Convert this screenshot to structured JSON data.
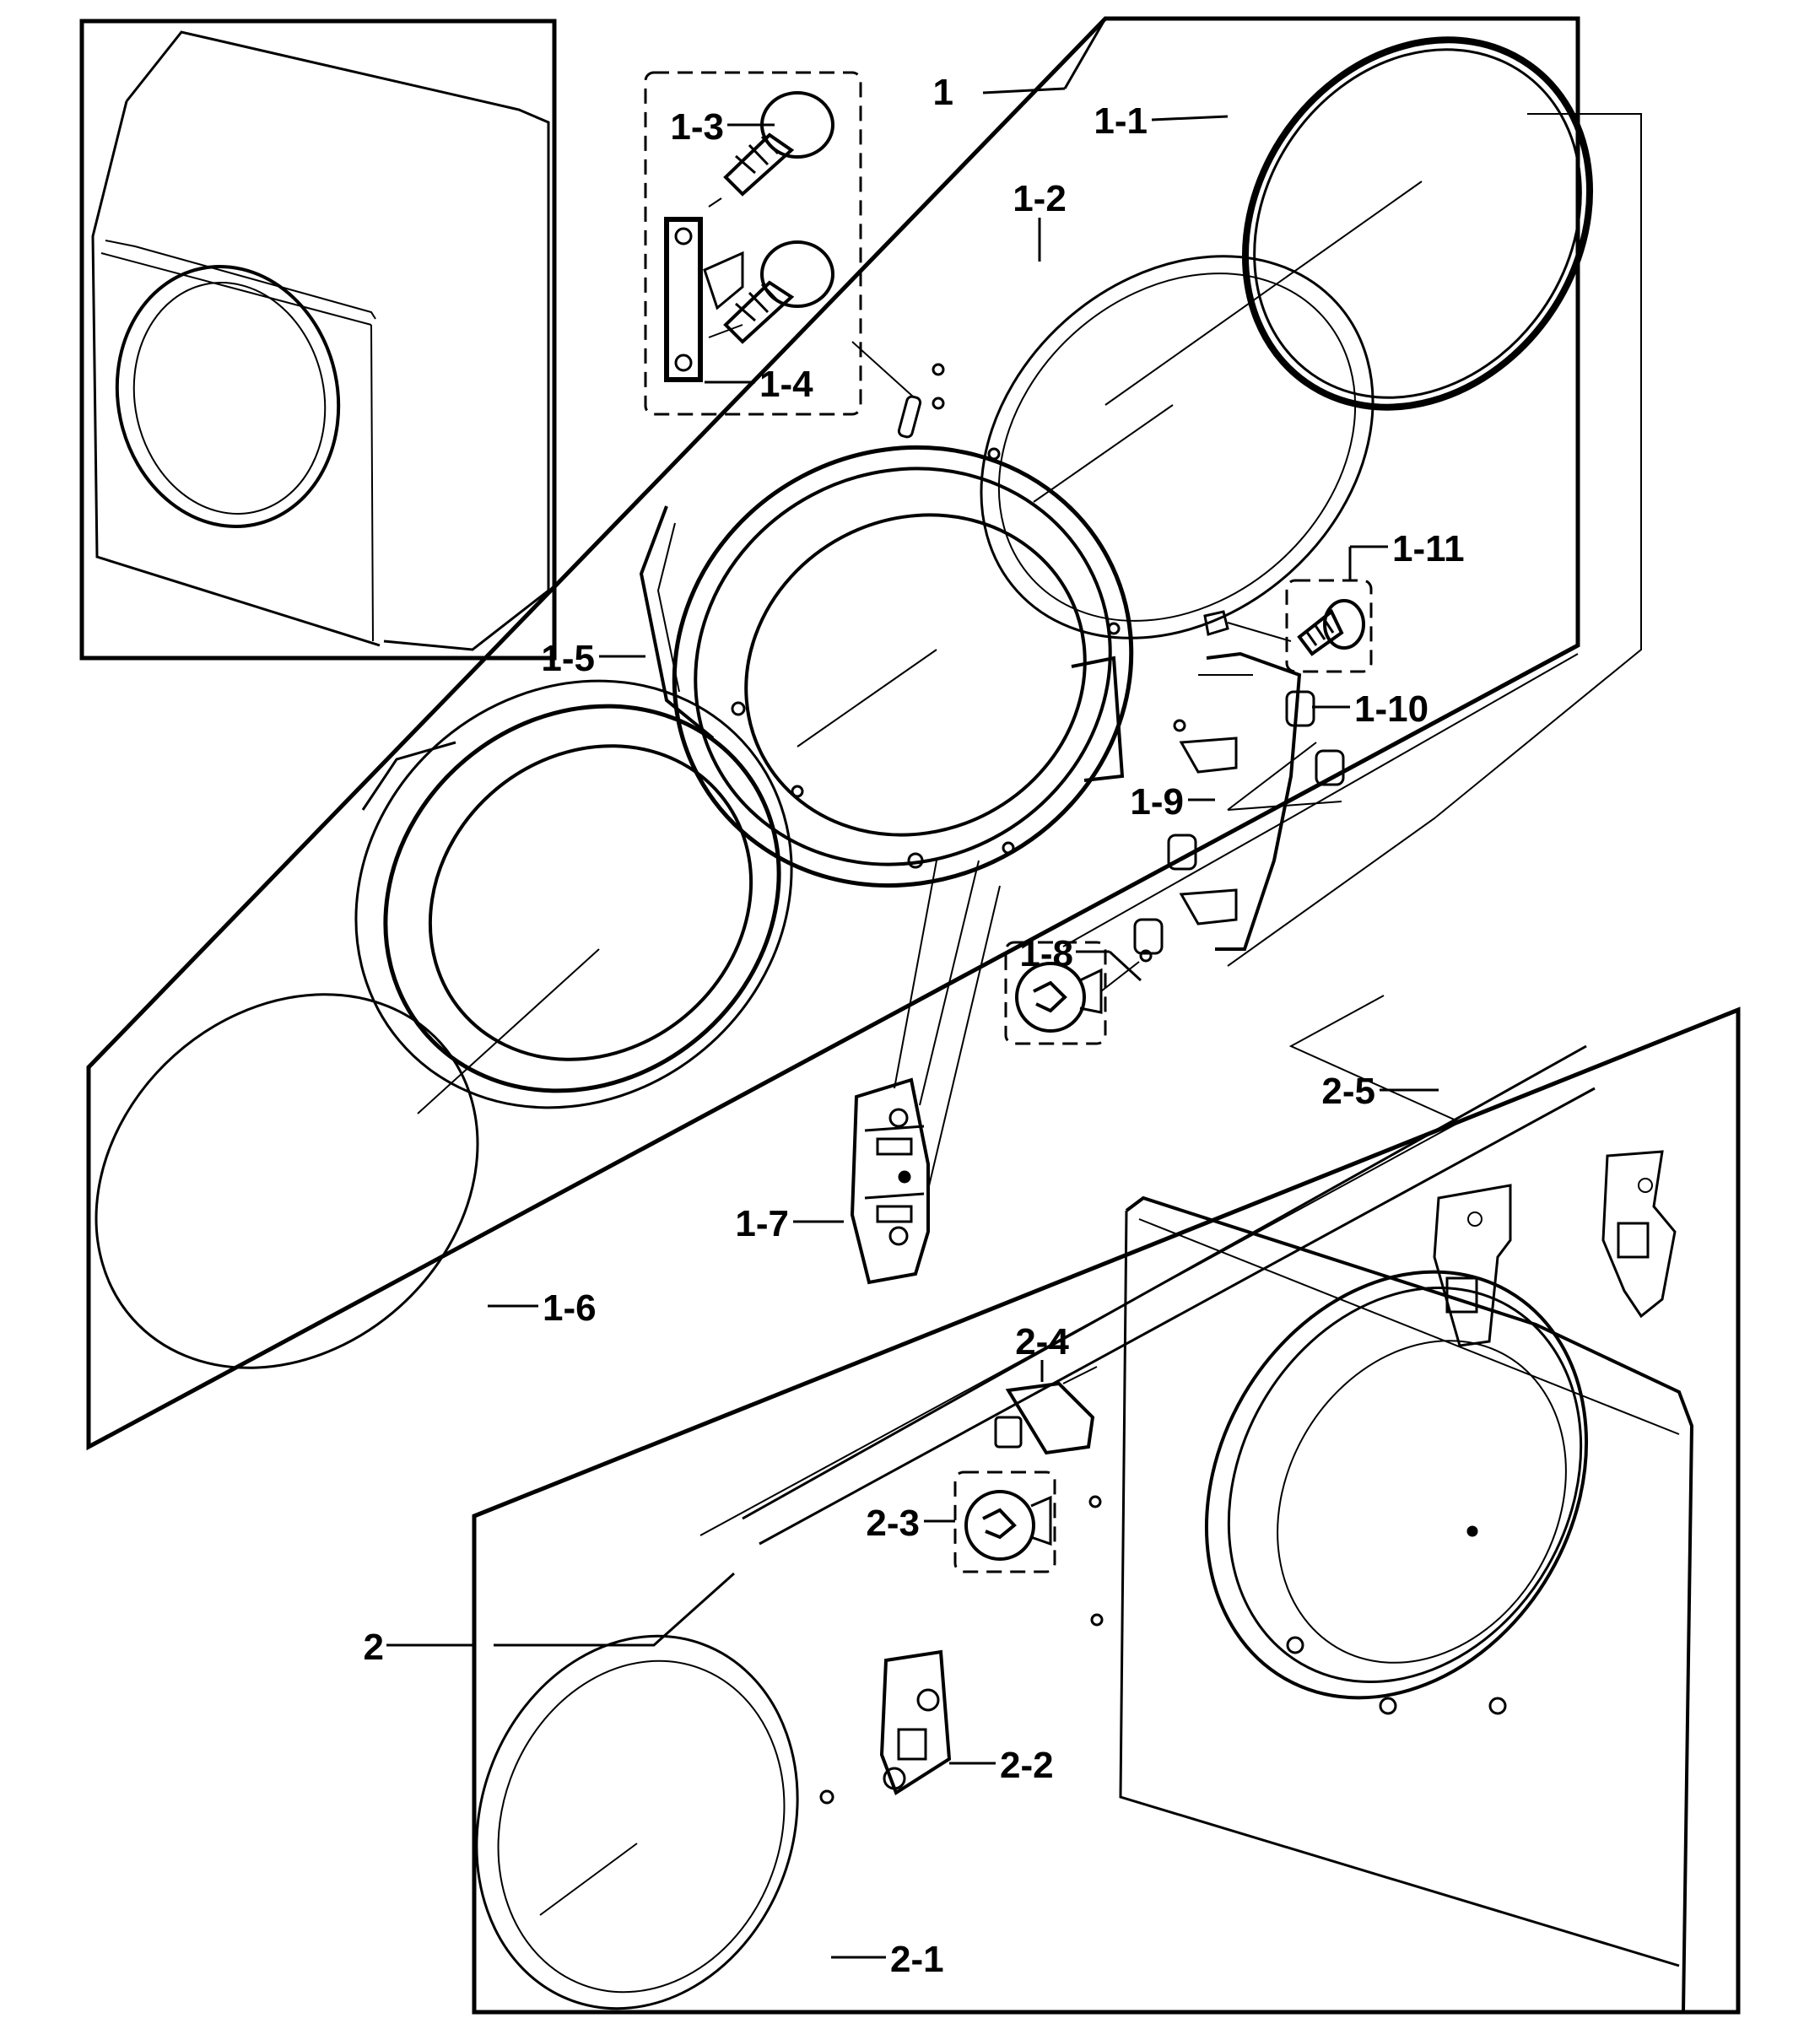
{
  "diagram": {
    "callouts": {
      "c1": "1",
      "c1_1": "1-1",
      "c1_2": "1-2",
      "c1_3": "1-3",
      "c1_4": "1-4",
      "c1_5": "1-5",
      "c1_6": "1-6",
      "c1_7": "1-7",
      "c1_8": "1-8",
      "c1_9": "1-9",
      "c1_10": "1-10",
      "c1_11": "1-11",
      "c2": "2",
      "c2_1": "2-1",
      "c2_2": "2-2",
      "c2_3": "2-3",
      "c2_4": "2-4",
      "c2_5": "2-5"
    },
    "colors": {
      "ink": "#000000",
      "paper": "#ffffff",
      "shade": "#d8d8d8"
    }
  }
}
